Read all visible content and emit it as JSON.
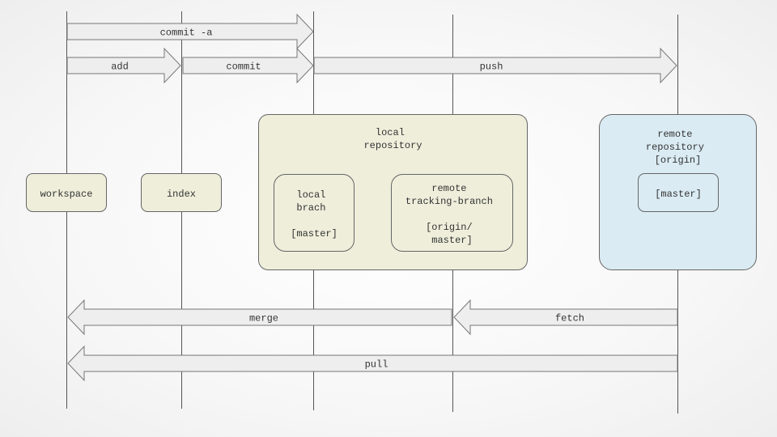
{
  "arrows": {
    "commit_a": "commit -a",
    "add": "add",
    "commit": "commit",
    "push": "push",
    "merge": "merge",
    "fetch": "fetch",
    "pull": "pull"
  },
  "nodes": {
    "workspace": "workspace",
    "index": "index",
    "local_repository": [
      "local",
      "repository"
    ],
    "local_branch": [
      "local",
      "brach",
      "",
      "[master]"
    ],
    "remote_tracking_branch": [
      "remote",
      "tracking-branch",
      "",
      "[origin/",
      "master]"
    ],
    "remote_repository": [
      "remote",
      "repository",
      "[origin]"
    ],
    "remote_master": "[master]"
  },
  "colors": {
    "local_fill": "#eeeedb",
    "remote_fill": "#daebf3",
    "arrow_fill": "#eeeeee",
    "line": "#555555"
  }
}
